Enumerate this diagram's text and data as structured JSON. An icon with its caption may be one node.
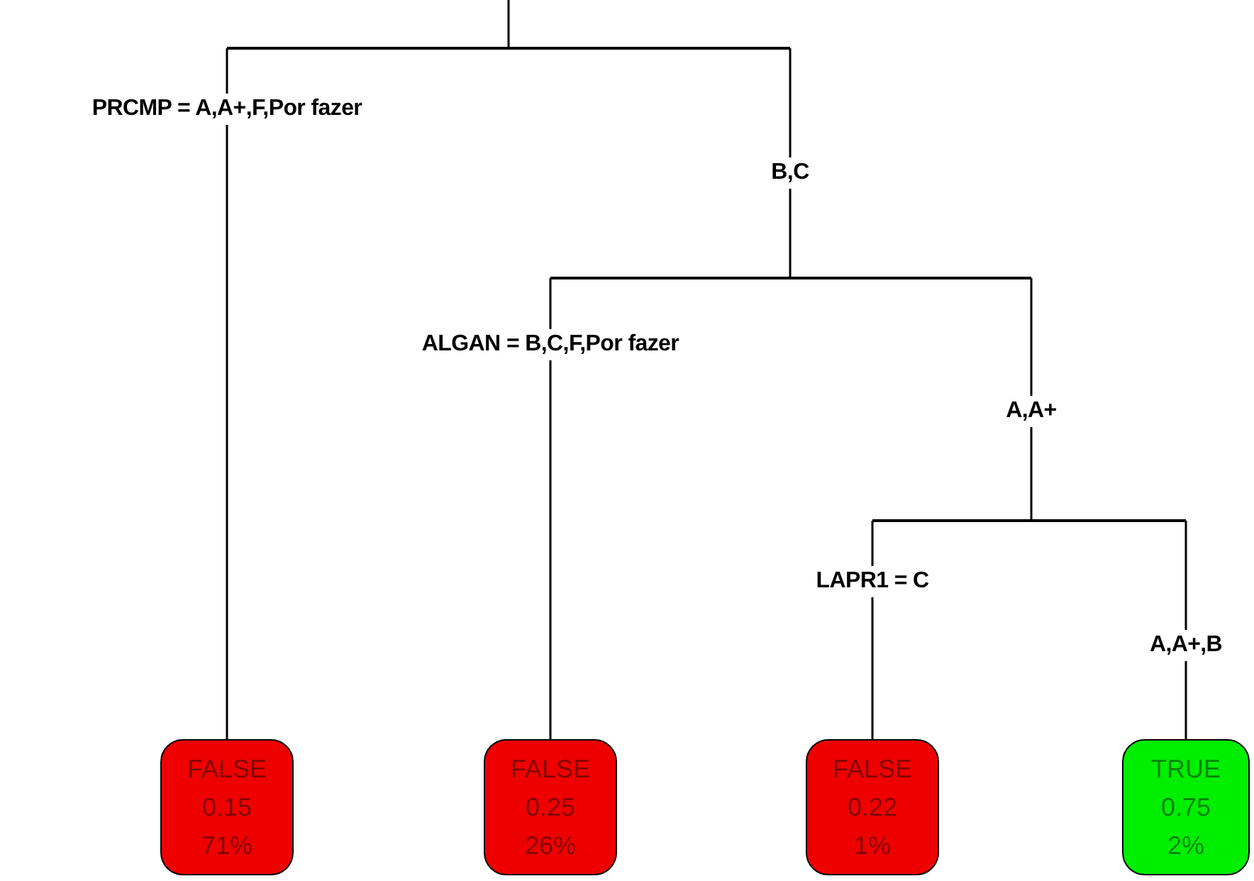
{
  "diagram": {
    "nodes": [
      {
        "text": [],
        "shape": "bar"
      },
      {
        "text": [
          "FALSE",
          "0.15",
          "71%"
        ]
      },
      {
        "text": [],
        "shape": "bar"
      },
      {
        "text": [
          "FALSE",
          "0.25",
          "26%"
        ]
      },
      {
        "text": [],
        "shape": "bar"
      },
      {
        "text": [
          "FALSE",
          "0.22",
          "1%"
        ]
      },
      {
        "text": [
          "TRUE",
          "0.75",
          "2%"
        ]
      }
    ],
    "edges": [
      {
        "from": null,
        "to": 0,
        "arrow": "none"
      },
      {
        "from": 0,
        "to": 1,
        "arrow": "none",
        "label": "PRCMP = A,A+,F,Por fazer"
      },
      {
        "from": 0,
        "to": 2,
        "arrow": "none",
        "label": "B,C"
      },
      {
        "from": 2,
        "to": 3,
        "arrow": "none",
        "label": "ALGAN = B,C,F,Por fazer"
      },
      {
        "from": 2,
        "to": 4,
        "arrow": "none",
        "label": "A,A+"
      },
      {
        "from": 4,
        "to": 5,
        "arrow": "none",
        "label": "LAPR1 = C"
      },
      {
        "from": 4,
        "to": 6,
        "arrow": "none",
        "label": "A,A+,B"
      }
    ]
  }
}
